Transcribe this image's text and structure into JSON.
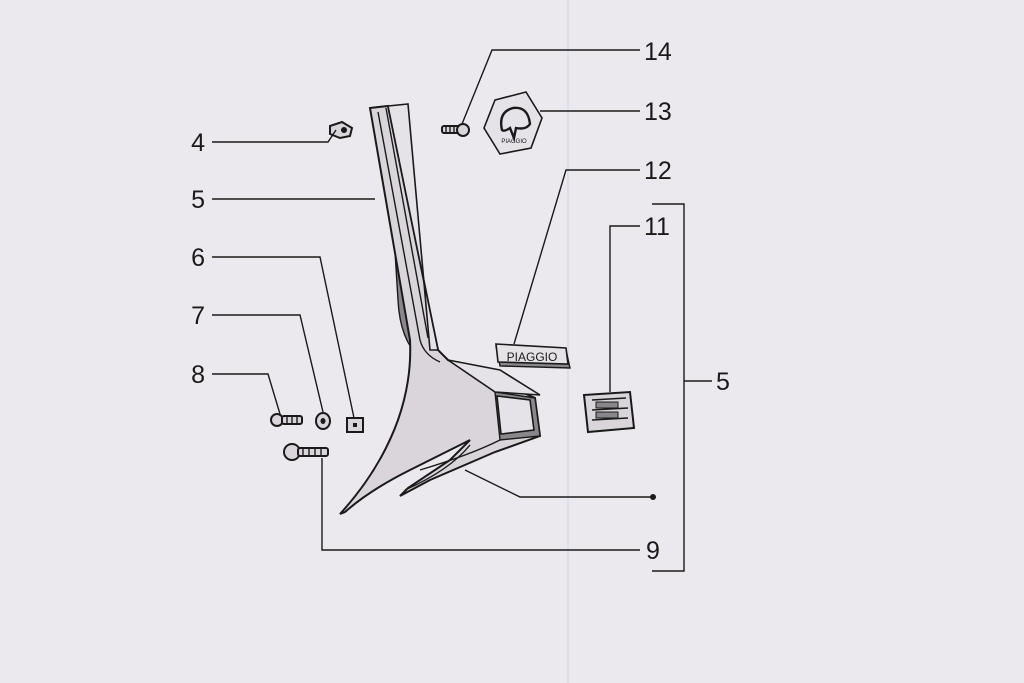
{
  "diagram": {
    "labels": {
      "part_4": "4",
      "part_5": "5",
      "part_6": "6",
      "part_7": "7",
      "part_8": "8",
      "part_9": "9",
      "part_11": "11",
      "part_12": "12",
      "part_13": "13",
      "part_14": "14",
      "kit_5": "5"
    },
    "logo_badge_text": "PIAGGIO",
    "nameplate_text": "PIAGGIO",
    "colors": {
      "background": "#ece9ee",
      "ink": "#1a1a1a"
    }
  }
}
